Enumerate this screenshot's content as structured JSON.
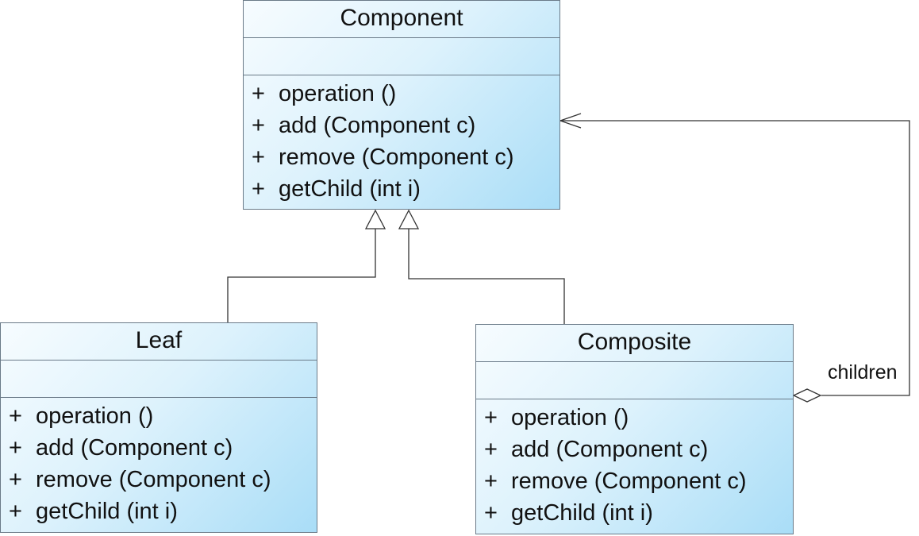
{
  "diagram": {
    "classes": {
      "component": {
        "name": "Component",
        "operations": [
          {
            "visibility": "+",
            "signature": "operation ()"
          },
          {
            "visibility": "+",
            "signature": "add (Component c)"
          },
          {
            "visibility": "+",
            "signature": "remove (Component c)"
          },
          {
            "visibility": "+",
            "signature": "getChild (int i)"
          }
        ]
      },
      "leaf": {
        "name": "Leaf",
        "operations": [
          {
            "visibility": "+",
            "signature": "operation ()"
          },
          {
            "visibility": "+",
            "signature": "add (Component c)"
          },
          {
            "visibility": "+",
            "signature": "remove (Component c)"
          },
          {
            "visibility": "+",
            "signature": "getChild (int i)"
          }
        ]
      },
      "composite": {
        "name": "Composite",
        "operations": [
          {
            "visibility": "+",
            "signature": "operation ()"
          },
          {
            "visibility": "+",
            "signature": "add (Component c)"
          },
          {
            "visibility": "+",
            "signature": "remove (Component c)"
          },
          {
            "visibility": "+",
            "signature": "getChild (int i)"
          }
        ]
      }
    },
    "relations": {
      "leaf_generalization": {
        "from": "Leaf",
        "to": "Component",
        "kind": "generalization"
      },
      "composite_generalization": {
        "from": "Composite",
        "to": "Component",
        "kind": "generalization"
      },
      "children_aggregation": {
        "from": "Composite",
        "to": "Component",
        "kind": "aggregation",
        "label": "children"
      }
    },
    "colors": {
      "box_border": "#6a7a88",
      "line": "#333333",
      "gradient_light": "#f7fcff",
      "gradient_dark": "#a9ddf7"
    }
  }
}
